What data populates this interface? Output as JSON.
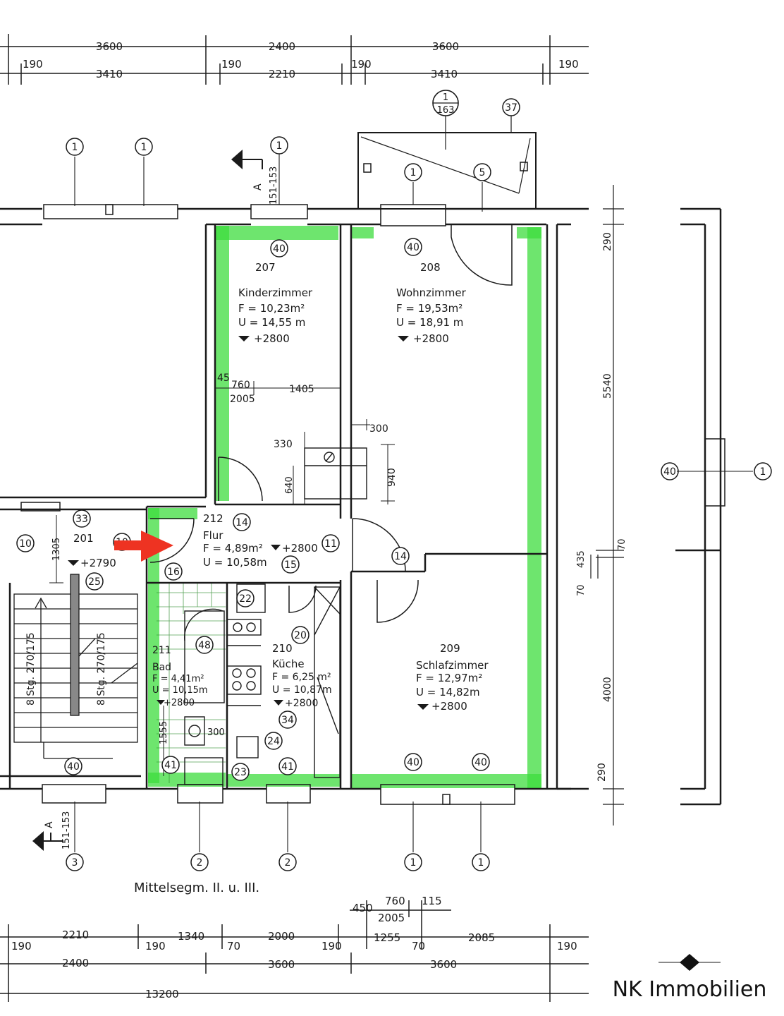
{
  "top_dims": {
    "row1": [
      "3600",
      "2400",
      "3600"
    ],
    "row2": [
      "190",
      "3410",
      "190",
      "2210",
      "190",
      "3410",
      "190"
    ]
  },
  "rooms": {
    "r207": {
      "num": "207",
      "name": "Kinderzimmer",
      "area": "F = 10,23m²",
      "perimeter": "U = 14,55 m",
      "level": "+2800"
    },
    "r208": {
      "num": "208",
      "name": "Wohnzimmer",
      "area": "F = 19,53m²",
      "perimeter": "U = 18,91 m",
      "level": "+2800"
    },
    "r212": {
      "num": "212",
      "name": "Flur",
      "area": "F = 4,89m²",
      "perimeter": "U = 10,58m",
      "level": "+2800"
    },
    "r201": {
      "num": "201",
      "level": "+2790"
    },
    "r211": {
      "num": "211",
      "name": "Bad",
      "area": "F = 4,41m²",
      "perimeter": "U = 10,15m",
      "level": "+2800"
    },
    "r210": {
      "num": "210",
      "name": "Küche",
      "area": "F = 6,25 m²",
      "perimeter": "U = 10,87m",
      "level": "+2800"
    },
    "r209": {
      "num": "209",
      "name": "Schlafzimmer",
      "area": "F = 12,97m²",
      "perimeter": "U = 14,82m",
      "level": "+2800"
    }
  },
  "inner_dims": [
    "45",
    "760",
    "2005",
    "1405",
    "300",
    "330",
    "940",
    "640",
    "1305",
    "1555",
    "300"
  ],
  "right_dims": [
    "290",
    "5540",
    "70",
    "435",
    "70",
    "4000",
    "290"
  ],
  "circles": [
    "1",
    "1",
    "1",
    "1",
    "5",
    "37",
    "40",
    "40",
    "40",
    "40",
    "40",
    "40",
    "10",
    "10",
    "11",
    "14",
    "14",
    "15",
    "16",
    "20",
    "22",
    "23",
    "24",
    "25",
    "33",
    "34",
    "41",
    "41",
    "48",
    "2",
    "2",
    "3",
    "1",
    "1",
    "1"
  ],
  "section": {
    "top_ref": "151-153",
    "bottom_ref": "151-153",
    "letter": "A",
    "detail_num": "1",
    "detail_sheet": "163"
  },
  "stairs": {
    "left": "8 Stg. 270/175",
    "right": "8 Stg. 270/175"
  },
  "caption": "Mittelsegm. II. u. III.",
  "bottom_dims": {
    "row0": [
      "450",
      "760",
      "115",
      "2005"
    ],
    "row1": [
      "190",
      "2210",
      "190",
      "1340",
      "70",
      "2000",
      "190",
      "1255",
      "70",
      "2085",
      "190"
    ],
    "row2": [
      "2400",
      "3600",
      "3600"
    ],
    "row3": [
      "13200"
    ]
  },
  "brand": {
    "name": "NK Immobilien"
  },
  "colors": {
    "highlight": "#3ddc3d",
    "arrow": "#ee3322",
    "ink": "#1a1a1a"
  }
}
